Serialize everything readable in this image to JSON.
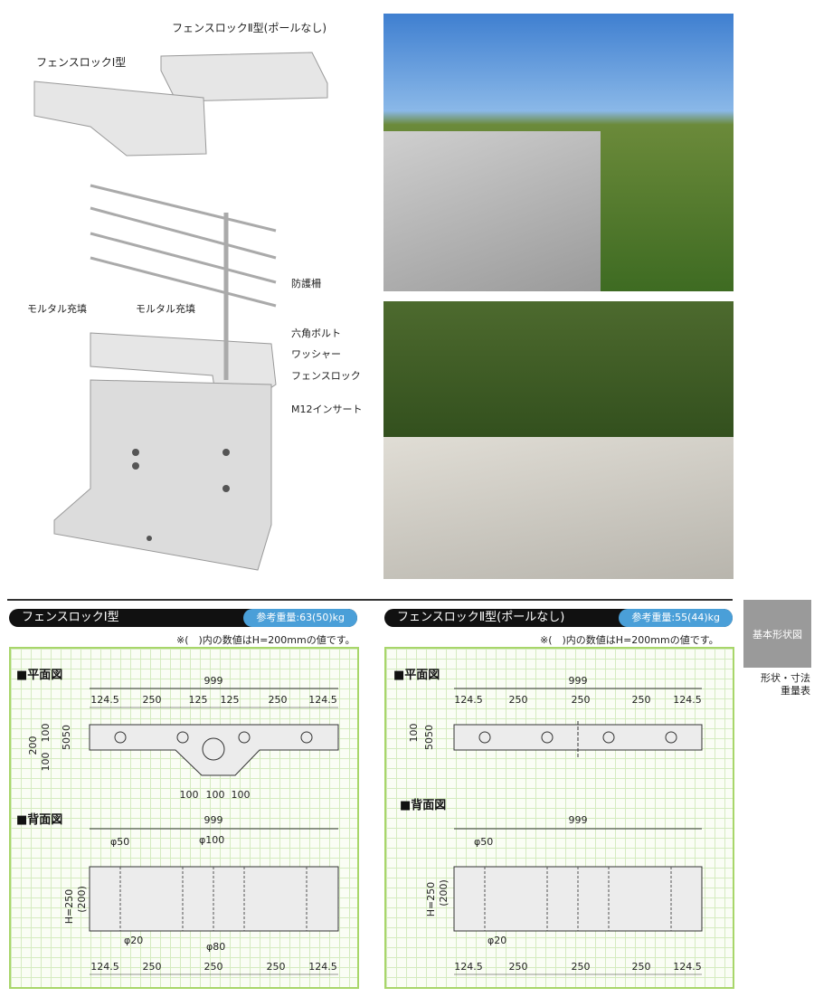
{
  "illustration": {
    "labels": {
      "type2": "フェンスロックⅡ型(ポールなし)",
      "type1": "フェンスロックⅠ型",
      "guard_fence": "防護柵",
      "mortar1": "モルタル充填",
      "mortar2": "モルタル充填",
      "hex_bolt": "六角ボルト",
      "washer": "ワッシャー",
      "fence_lock": "フェンスロック",
      "insert": "M12インサート"
    }
  },
  "section1": {
    "title": "フェンスロックⅠ型",
    "weight": "参考重量:63(50)kg",
    "note": "※(　)内の数値はH=200mmの値です。",
    "plan": {
      "heading": "■平面図",
      "total": "999",
      "dims": [
        "124.5",
        "250",
        "125",
        "125",
        "250",
        "124.5"
      ],
      "left_dims": [
        "200",
        "100",
        "100",
        "50",
        "50"
      ],
      "bottom_dims": [
        "100",
        "100",
        "100"
      ]
    },
    "back": {
      "heading": "■背面図",
      "total": "999",
      "phi50": "φ50",
      "phi100": "φ100",
      "phi20": "φ20",
      "phi80": "φ80",
      "height": "H=250",
      "height_alt": "(200)",
      "dims": [
        "124.5",
        "250",
        "250",
        "250",
        "124.5"
      ]
    }
  },
  "section2": {
    "title": "フェンスロックⅡ型(ポールなし)",
    "weight": "参考重量:55(44)kg",
    "note": "※(　)内の数値はH=200mmの値です。",
    "plan": {
      "heading": "■平面図",
      "total": "999",
      "dims": [
        "124.5",
        "250",
        "250",
        "250",
        "124.5"
      ],
      "left_dims": [
        "100",
        "50",
        "50"
      ]
    },
    "back": {
      "heading": "■背面図",
      "total": "999",
      "phi50": "φ50",
      "phi20": "φ20",
      "height": "H=250",
      "height_alt": "(200)",
      "dims": [
        "124.5",
        "250",
        "250",
        "250",
        "124.5"
      ]
    }
  },
  "sidebar": {
    "tab": "基本形状図",
    "sub1": "形状・寸法",
    "sub2": "重量表"
  },
  "colors": {
    "accent": "#4a9fd8",
    "grid_border": "#a8d66a",
    "tab": "#9a9a9a"
  }
}
